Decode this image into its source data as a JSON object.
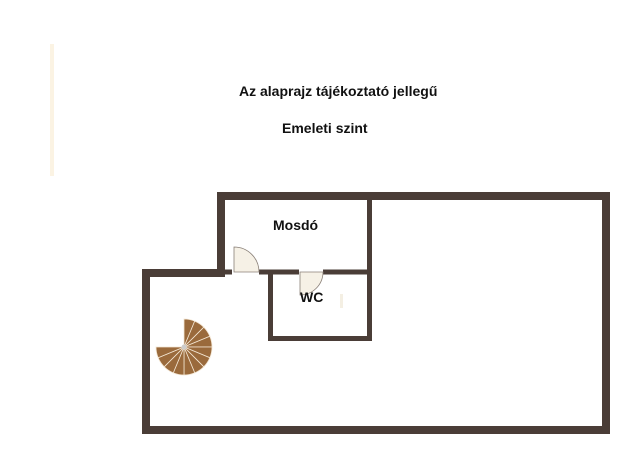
{
  "header": {
    "title": "Az alaprajz tájékoztató jellegű",
    "level": "Emeleti szint"
  },
  "rooms": [
    {
      "label": "Mosdó"
    },
    {
      "label": "WC"
    }
  ],
  "colors": {
    "wall": "#4a3d37",
    "door": "#f6f1e6",
    "stairs": "#9a6a3c",
    "accent": "#fbf3e3"
  },
  "stairs": {
    "steps": 12
  }
}
